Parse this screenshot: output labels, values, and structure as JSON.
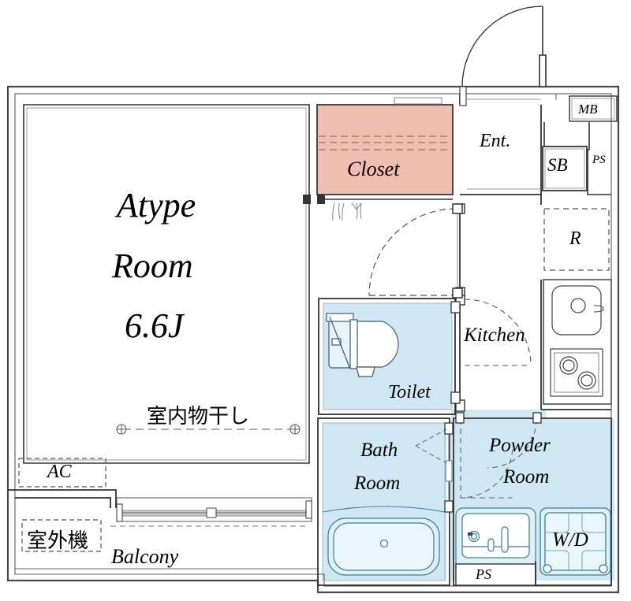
{
  "plan": {
    "unit_title": "Atype",
    "room_name": "Room",
    "room_size": "6.6J",
    "colors": {
      "closet_fill": "#efbeb0",
      "wet_fill": "#cfe8f3",
      "wall": "#4a4a4a",
      "line": "#333333",
      "paper": "#ffffff"
    }
  },
  "labels": {
    "closet": "Closet",
    "entrance": "Ent.",
    "meter_box": "MB",
    "shoe_box": "SB",
    "pipe_shaft_top": "PS",
    "refrigerator": "R",
    "kitchen": "Kitchen",
    "toilet": "Toilet",
    "bath_room_line1": "Bath",
    "bath_room_line2": "Room",
    "powder_room_line1": "Powder",
    "powder_room_line2": "Room",
    "washer_dryer": "W/D",
    "pipe_shaft_bottom": "PS",
    "air_conditioner": "AC",
    "outdoor_unit": "室外機",
    "indoor_drying": "室内物干し",
    "balcony": "Balcony"
  }
}
